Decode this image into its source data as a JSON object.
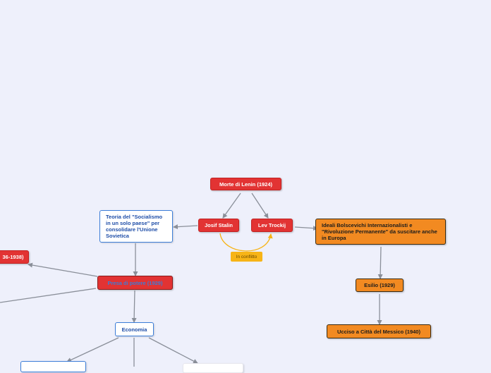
{
  "nodes": {
    "morte_lenin": "Morte di Lenin (1924)",
    "stalin": "Josif Stalin",
    "trockij": "Lev Trockij",
    "teoria": "Teoria del \"Socialismo in un solo paese\" per consolidare l'Unione Sovietica",
    "ideali": "Ideali Bolscevichi Internazionalisti e \"Rivoluzione Permanente\" da suscitare anche in Europa",
    "esilio": "Esilio (1929)",
    "ucciso": "Ucciso a Città del Messico (1940)",
    "presa_potere": "Presa di potere (1929)",
    "purghe": "36-1938)",
    "economia": "Economia"
  },
  "edge_label": "In conflitto",
  "colors": {
    "background": "#eef0fb",
    "red": "#e23333",
    "orange": "#f28a21",
    "white_border": "#3b7dd8",
    "conflict": "#f7b416",
    "edge": "#8a8f99"
  }
}
